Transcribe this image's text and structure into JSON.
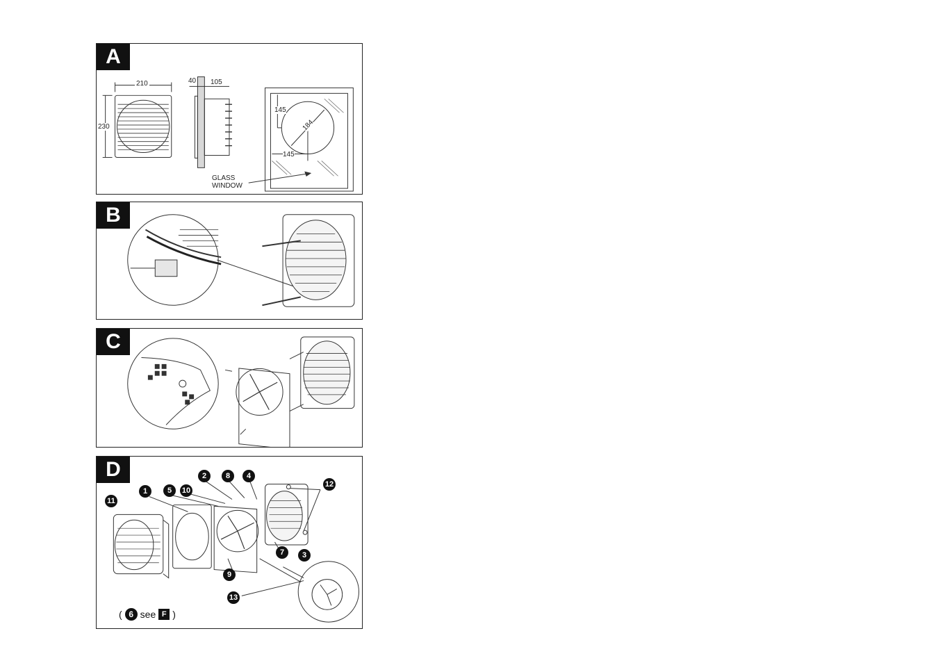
{
  "panels": {
    "a": {
      "letter": "A",
      "dims": {
        "width": "210",
        "height": "230",
        "depth_front": "40",
        "depth_rear": "105",
        "glass_v": "145",
        "glass_diam": "184",
        "glass_h": "145"
      },
      "glass_label_1": "GLASS",
      "glass_label_2": "WINDOW"
    },
    "b": {
      "letter": "B"
    },
    "c": {
      "letter": "C"
    },
    "d": {
      "letter": "D",
      "callouts": [
        "1",
        "2",
        "3",
        "4",
        "5",
        "7",
        "8",
        "9",
        "10",
        "11",
        "12",
        "13"
      ],
      "note": {
        "open": "(",
        "num": "6",
        "see": "see",
        "ref": "F",
        "close": ")"
      }
    }
  }
}
